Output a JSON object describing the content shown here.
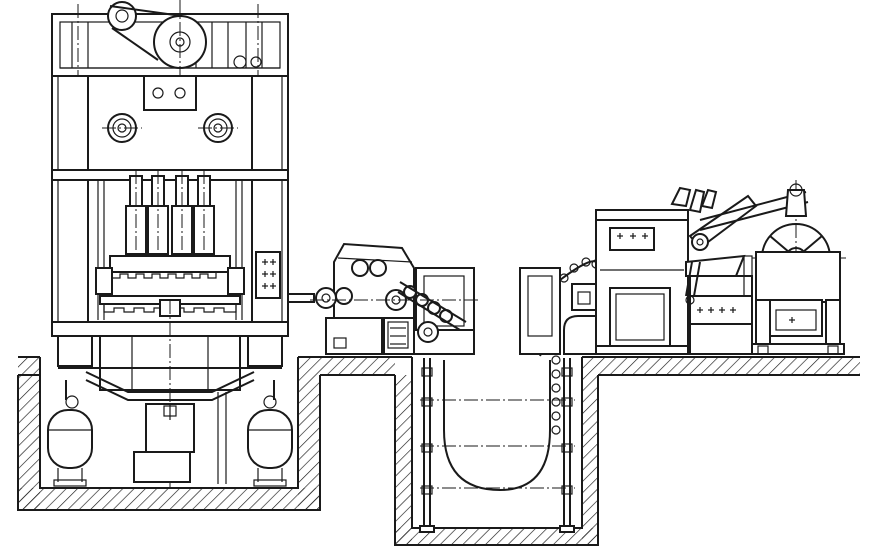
{
  "figure": {
    "subject": "press-line-with-coil-feed-and-loop-pit",
    "background_color": "#ffffff",
    "line_color": "#1a1a1a"
  },
  "components": [
    {
      "id": "press",
      "icon": "press-frame"
    },
    {
      "id": "straightener-feeder",
      "icon": "roller-straightener"
    },
    {
      "id": "loop-pit",
      "icon": "u-loop"
    },
    {
      "id": "leveler",
      "icon": "leveler-cabinet"
    },
    {
      "id": "uncoiler",
      "icon": "coil-reel"
    }
  ]
}
